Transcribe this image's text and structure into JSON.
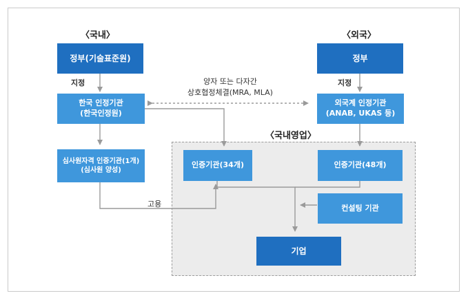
{
  "headers": {
    "domestic": "〈국내〉",
    "foreign": "〈외국〉",
    "domestic_business": "〈국내영업〉"
  },
  "boxes": {
    "government": "정부(기술표준원)",
    "foreign_government": "정부",
    "korea_accreditation": [
      "한국 인정기관",
      "(한국인정원)"
    ],
    "foreign_accreditation": [
      "외국계 인정기관",
      "(ANAB, UKAS 등)"
    ],
    "auditor_certification": [
      "심사원자격 인증기관(1개)",
      "(심사원 양성)"
    ],
    "domestic_cert_bodies": "인증기관(34개)",
    "foreign_cert_bodies": "인증기관(48개)",
    "consulting": "컨설팅 기관",
    "company": "기업"
  },
  "labels": {
    "designation_left": "지정",
    "designation_right": "지정",
    "employment": "고용",
    "mutual_agreement": [
      "양자 또는 다자간",
      "상호협정체결(MRA, MLA)"
    ]
  },
  "colors": {
    "dark_box": "#1f6fc0",
    "light_box": "#3f97dc",
    "arrow": "#9a9a9a",
    "region_fill": "#ececec"
  }
}
